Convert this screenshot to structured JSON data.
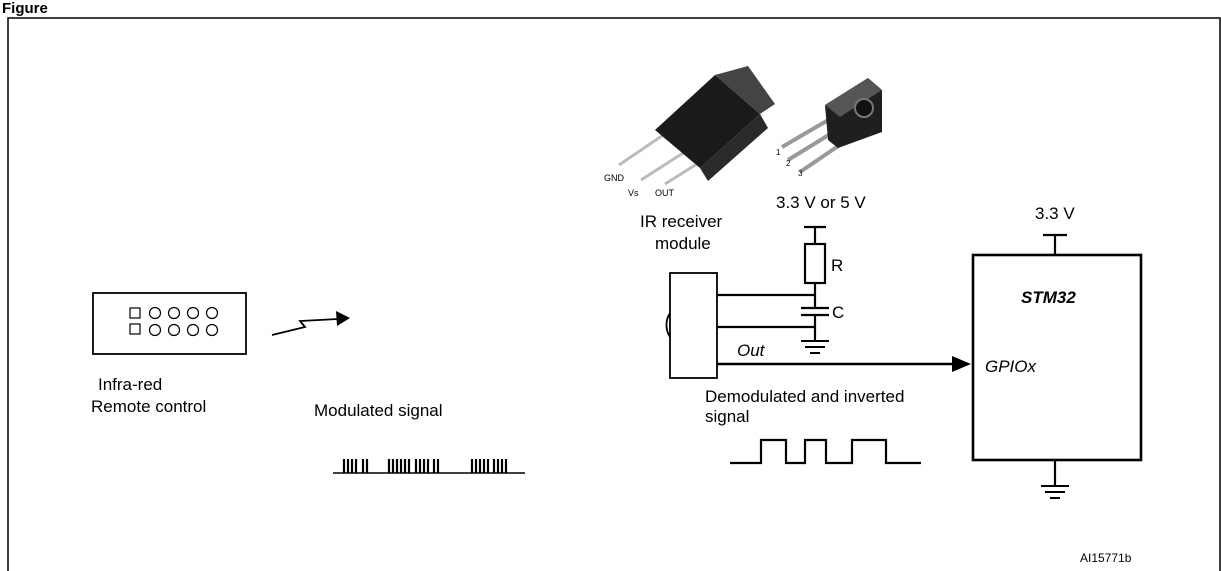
{
  "figure": {
    "title": "Figure",
    "ref_id": "AI15771b"
  },
  "remote": {
    "label_line1": "Infra-red",
    "label_line2": "Remote control"
  },
  "modulated_signal": {
    "label": "Modulated signal"
  },
  "ir_module": {
    "label_line1": "IR receiver",
    "label_line2": "module",
    "pin_labels": [
      "GND",
      "Vs",
      "OUT"
    ],
    "pin_numbers": [
      "1",
      "2",
      "3"
    ]
  },
  "supply": {
    "module_voltage": "3.3 V or 5 V",
    "mcu_voltage": "3.3 V"
  },
  "components": {
    "resistor": "R",
    "capacitor": "C"
  },
  "signals": {
    "out_label": "Out",
    "demod_line1": "Demodulated and inverted",
    "demod_line2": "signal"
  },
  "mcu": {
    "name": "STM32",
    "pin": "GPIOx"
  },
  "colors": {
    "line": "#000000",
    "ir_body": "#1a1a1a",
    "ir_lead": "#bbbbbb"
  }
}
